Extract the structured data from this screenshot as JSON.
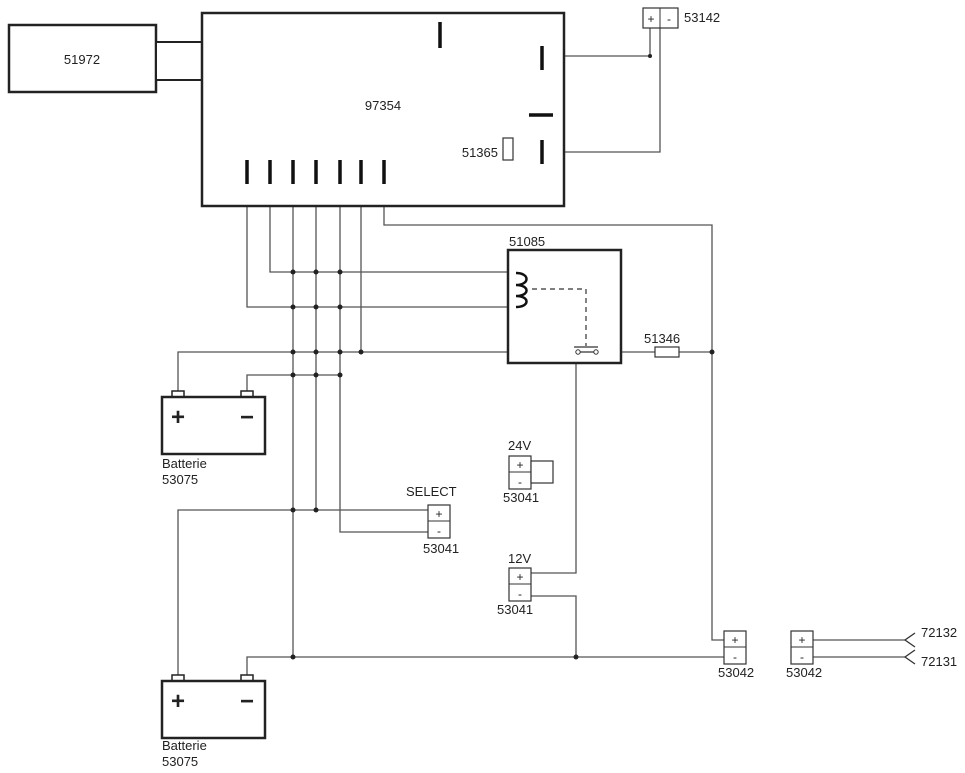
{
  "components": {
    "c51972": "51972",
    "c97354": "97354",
    "c53142": "53142",
    "c51365": "51365",
    "c51085": "51085",
    "c51346": "51346",
    "battery_top": {
      "title": "Batterie",
      "id": "53075"
    },
    "battery_bottom": {
      "title": "Batterie",
      "id": "53075"
    },
    "select_label": "SELECT",
    "c53041_select": "53041",
    "v24": "24V",
    "c53041_24v": "53041",
    "v12": "12V",
    "c53041_12v": "53041",
    "c53042_a": "53042",
    "c53042_b": "53042",
    "c72132": "72132",
    "c72131": "72131"
  },
  "symbols": {
    "plus": "+",
    "minus": "-",
    "bat_plus": "+",
    "bat_minus": "−"
  }
}
